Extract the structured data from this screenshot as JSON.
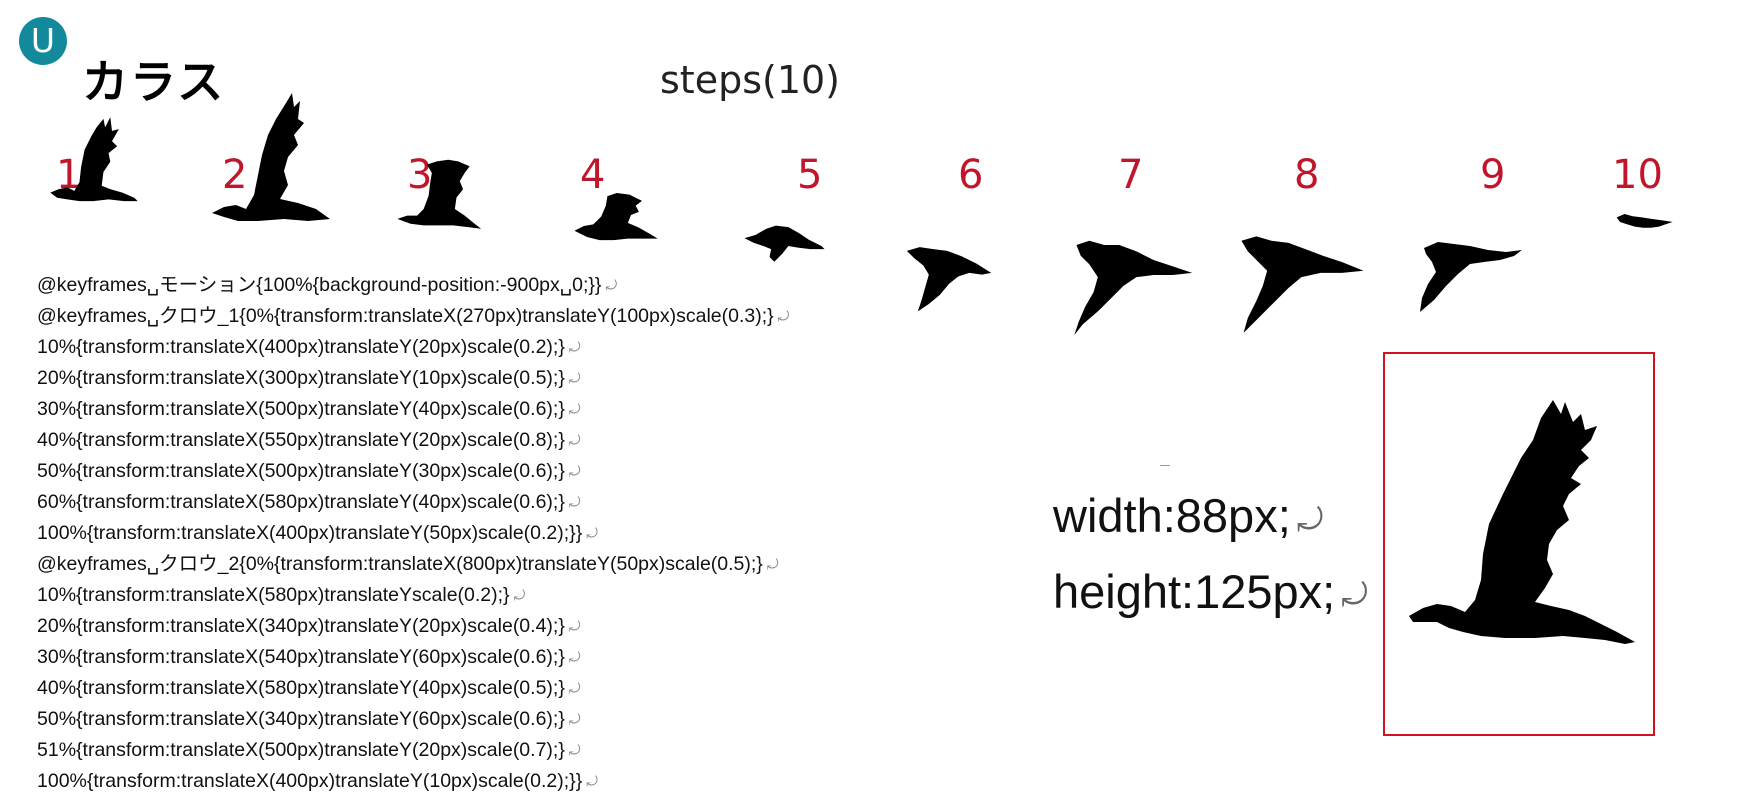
{
  "badge": "U",
  "title": "カラス",
  "steps_label": "steps(10)",
  "frames": [
    {
      "num": "1"
    },
    {
      "num": "2"
    },
    {
      "num": "3"
    },
    {
      "num": "4"
    },
    {
      "num": "5"
    },
    {
      "num": "6"
    },
    {
      "num": "7"
    },
    {
      "num": "8"
    },
    {
      "num": "9"
    },
    {
      "num": "10"
    }
  ],
  "return_mark": "⤾",
  "code_lines": [
    "@keyframes␣モーション{100%{background-position:-900px␣0;}}",
    "@keyframes␣クロウ_1{0%{transform:translateX(270px)translateY(100px)scale(0.3);}",
    "10%{transform:translateX(400px)translateY(20px)scale(0.2);}",
    "20%{transform:translateX(300px)translateY(10px)scale(0.5);}",
    "30%{transform:translateX(500px)translateY(40px)scale(0.6);}",
    "40%{transform:translateX(550px)translateY(20px)scale(0.8);}",
    "50%{transform:translateX(500px)translateY(30px)scale(0.6);}",
    "60%{transform:translateX(580px)translateY(40px)scale(0.6);}",
    "100%{transform:translateX(400px)translateY(50px)scale(0.2);}}",
    "@keyframes␣クロウ_2{0%{transform:translateX(800px)translateY(50px)scale(0.5);}",
    "10%{transform:translateX(580px)translateYscale(0.2);}",
    "20%{transform:translateX(340px)translateY(20px)scale(0.4);}",
    "30%{transform:translateX(540px)translateY(60px)scale(0.6);}",
    "40%{transform:translateX(580px)translateY(40px)scale(0.5);}",
    "50%{transform:translateX(340px)translateY(60px)scale(0.6);}",
    "51%{transform:translateX(500px)translateY(20px)scale(0.7);}",
    "100%{transform:translateX(400px)translateY(10px)scale(0.2);}}"
  ],
  "dims": {
    "width": "width:88px;",
    "height": "height:125px;"
  },
  "colors": {
    "accent_red": "#c0162c",
    "badge_teal": "#138a9c",
    "frame_border": "#d3121e"
  },
  "icons": [
    "crow-icon",
    "return-icon"
  ]
}
